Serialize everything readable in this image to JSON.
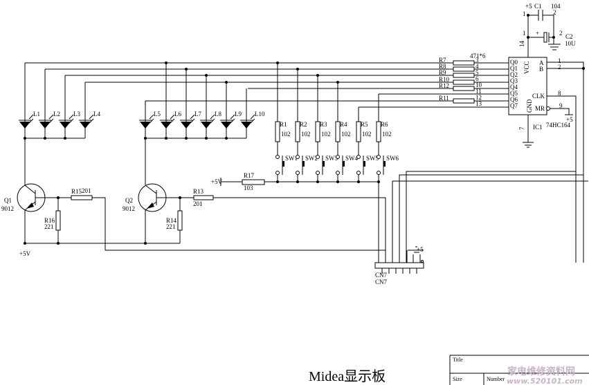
{
  "ic": {
    "name": "IC1",
    "part": "74HC164",
    "pins_left": [
      "Q0",
      "Q1",
      "Q2",
      "Q3",
      "Q4",
      "Q5",
      "Q6",
      "Q7"
    ],
    "pin_nums_left": [
      "3",
      "4",
      "5",
      "6",
      "10",
      "11",
      "12",
      "13"
    ],
    "vcc": "VCC",
    "gnd": "GND",
    "a": "A",
    "b": "B",
    "clk": "CLK",
    "mr": "MR",
    "pin_a": "1",
    "pin_b": "2",
    "pin_clk": "8",
    "pin_mr": "9",
    "pin_vcc": "14",
    "pin_gnd": "7"
  },
  "caps": {
    "c1": "C1",
    "c1_val": "104",
    "c2": "C2",
    "c2_val": "10U",
    "vplus": "+5",
    "p1": "1",
    "p2": "2",
    "plus": "+"
  },
  "series_res": {
    "value": "471*6",
    "labels": [
      "R7",
      "R8",
      "R9",
      "R10",
      "R12",
      "R11"
    ]
  },
  "leds": [
    "L1",
    "L2",
    "L3",
    "L4",
    "L5",
    "L6",
    "L7",
    "L8",
    "L9",
    "L10"
  ],
  "key_res": {
    "labels": [
      "R1",
      "R2",
      "R3",
      "R4",
      "R5",
      "R6"
    ],
    "value": "102"
  },
  "switches": [
    "SW1",
    "SW2",
    "SW3",
    "SW4",
    "SW5",
    "SW6"
  ],
  "r17": {
    "label": "R17",
    "value": "103",
    "supply": "+5V"
  },
  "q1": {
    "label": "Q1",
    "part": "9012"
  },
  "q2": {
    "label": "Q2",
    "part": "9012"
  },
  "r15": {
    "label": "R15",
    "value": "201"
  },
  "r16": {
    "label": "R16",
    "value": "221"
  },
  "r13": {
    "label": "R13",
    "value": "201"
  },
  "r14": {
    "label": "R14",
    "value": "221"
  },
  "supply_bottom": "+5V",
  "cn7": {
    "label": "CN7",
    "label2": "CN7",
    "plus": "+5"
  },
  "board_title": "Midea显示板",
  "titleblock": {
    "title": "Title",
    "size": "Size",
    "number": "Number"
  },
  "watermark": {
    "line1": "家电维修资料网",
    "line2": "www.520101.com"
  }
}
